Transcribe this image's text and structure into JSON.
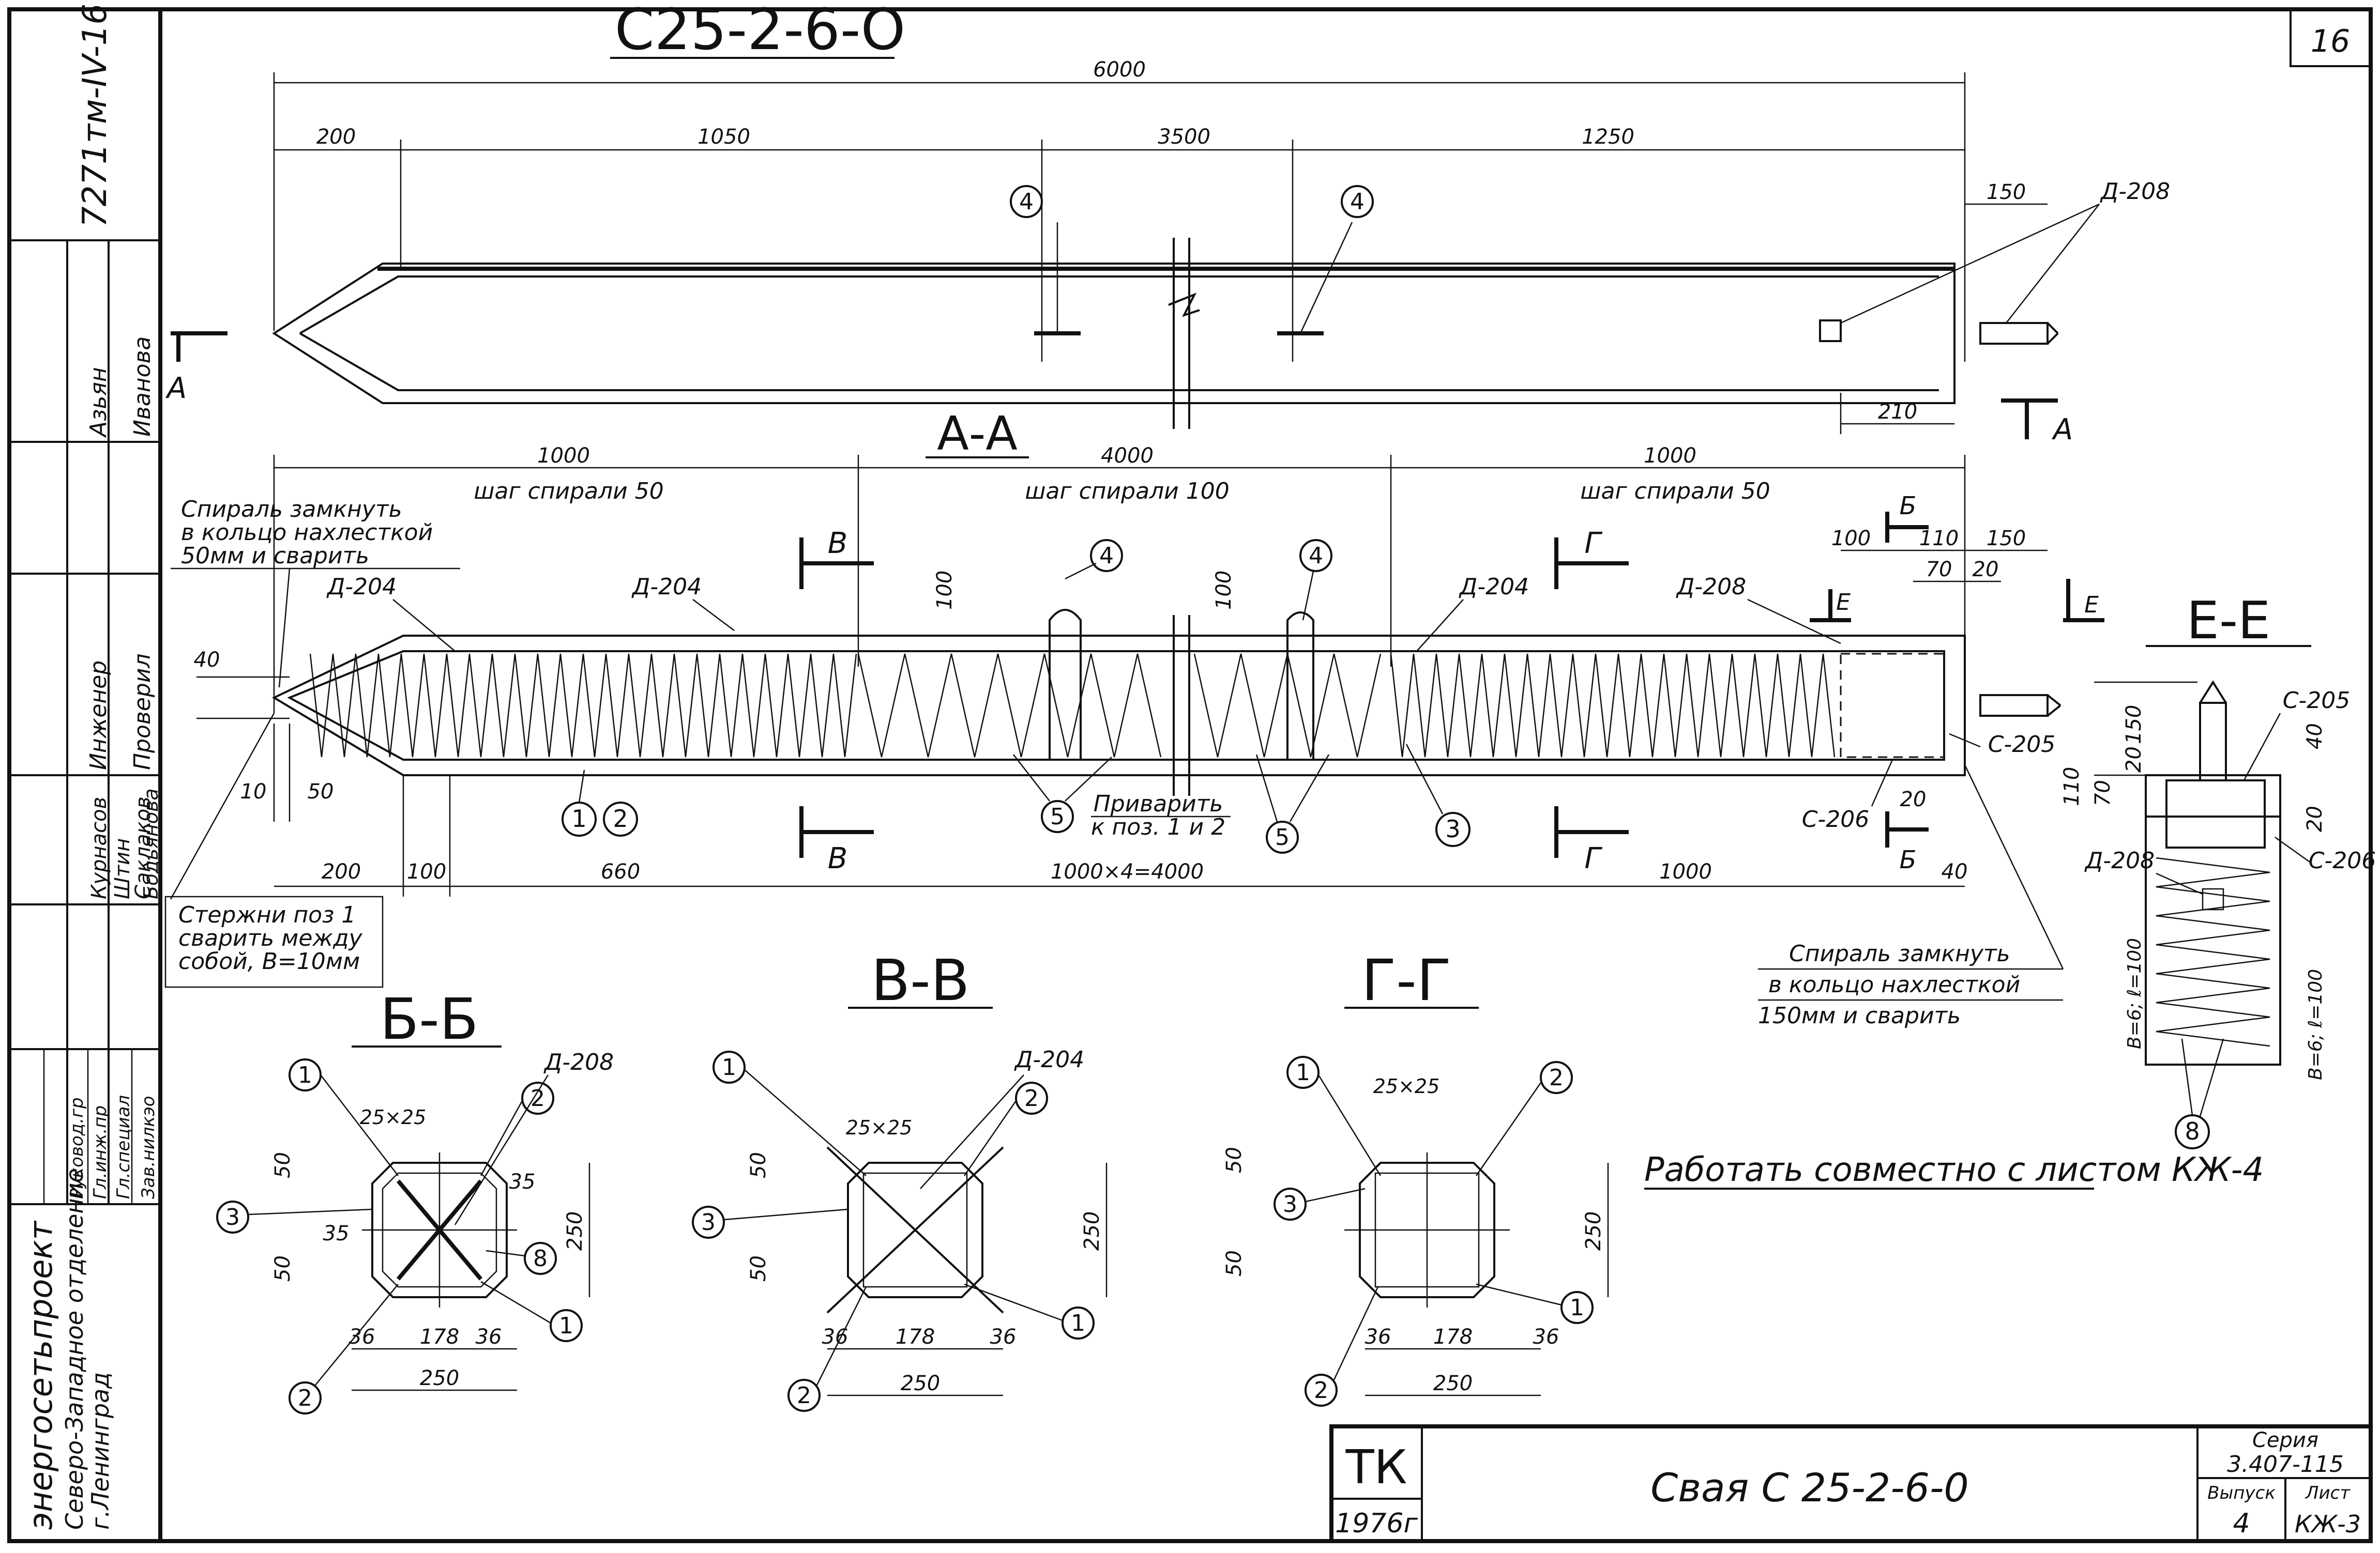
{
  "sheet_number": "16",
  "drawing_title": "С25-2-6-О",
  "side_stamp": {
    "archive_number": "7271тм-IV-16",
    "org_name": "энергосетьпроект",
    "org_branch": "Северо-Западное отделение",
    "org_city": "г.Ленинград",
    "roles": [
      "Зав.нилкэо",
      "Гл.специал",
      "Гл.инж.пр",
      "Руковод.гр",
      "Инженер",
      "Проверил"
    ],
    "names": [
      "Курнасов",
      "Штин",
      "Саклаков",
      "Бодьянова",
      "Азьян",
      "Иванова"
    ]
  },
  "top_view": {
    "overall_length": "6000",
    "segments": [
      "200",
      "1050",
      "3500",
      "1250"
    ],
    "end_dim": "150",
    "bottom_dim": "210",
    "detail_label": "Д-208",
    "section_letter_left": "А",
    "section_letter_right": "А",
    "callout": "4"
  },
  "section_aa": {
    "title": "А-А",
    "top_dims": [
      "1000",
      "4000",
      "1000"
    ],
    "spiral_pitch": [
      "шаг спирали 50",
      "шаг спирали 100",
      "шаг спирали 50"
    ],
    "note_left": [
      "Спираль замкнуть",
      "в кольцо нахлесткой",
      "50мм и сварить"
    ],
    "labels": {
      "d204_left": "Д-204",
      "d204_mid": "Д-204",
      "d204_right": "Д-204",
      "d208": "Д-208",
      "c205": "С-205",
      "c206": "С-206"
    },
    "section_marks": {
      "v": "В",
      "g": "Г",
      "b": "Б",
      "e": "Е"
    },
    "small_dims": [
      "40",
      "10",
      "50",
      "100",
      "100",
      "100",
      "110",
      "150",
      "70",
      "20",
      "20",
      "40"
    ],
    "bottom_dims": [
      "200",
      "100",
      "660",
      "1000×4=4000",
      "1000"
    ],
    "weld_note": [
      "Приварить",
      "к поз. 1 и 2"
    ],
    "callouts": [
      "1",
      "2",
      "3",
      "4",
      "5"
    ],
    "note_bars": [
      "Стержни поз 1",
      "сварить между",
      "собой, В=10мм"
    ],
    "note_right": [
      "Спираль замкнуть",
      "в кольцо нахлесткой",
      "150мм и сварить"
    ]
  },
  "section_ee": {
    "title": "Е-Е",
    "labels": {
      "c205": "С-205",
      "c206": "С-206",
      "d208": "Д-208"
    },
    "dims": [
      "150",
      "20",
      "70",
      "110",
      "40",
      "20"
    ],
    "weld_left": "В=6; ℓ=100",
    "weld_right": "В=6; ℓ=100",
    "callout": "8"
  },
  "section_bb": {
    "title": "Б-Б",
    "detail": "Д-208",
    "rebar": "25×25",
    "dims": {
      "d50a": "50",
      "d50b": "50",
      "d35a": "35",
      "d35b": "35",
      "d36a": "36",
      "d178": "178",
      "d36b": "36",
      "w250": "250",
      "h250": "250"
    },
    "callouts": [
      "1",
      "2",
      "3",
      "8",
      "1",
      "2"
    ]
  },
  "section_vv": {
    "title": "В-В",
    "detail": "Д-204",
    "rebar": "25×25",
    "dims": {
      "d50a": "50",
      "d50b": "50",
      "d36a": "36",
      "d178": "178",
      "d36b": "36",
      "w250": "250",
      "h250": "250"
    },
    "callouts": [
      "1",
      "2",
      "3",
      "1",
      "2"
    ]
  },
  "section_gg": {
    "title": "Г-Г",
    "rebar": "25×25",
    "dims": {
      "d50a": "50",
      "d50b": "50",
      "d36a": "36",
      "d178": "178",
      "d36b": "36",
      "w250": "250",
      "h250": "250"
    },
    "callouts": [
      "1",
      "2",
      "3",
      "1",
      "2"
    ]
  },
  "joint_note": "Работать совместно с листом КЖ-4",
  "title_block": {
    "code": "ТК",
    "year": "1976г",
    "name": "Свая С 25-2-6-0",
    "series_label": "Серия",
    "series_value": "3.407-115",
    "issue_label": "Выпуск",
    "issue_value": "4",
    "sheet_label": "Лист",
    "sheet_value": "КЖ-3"
  }
}
